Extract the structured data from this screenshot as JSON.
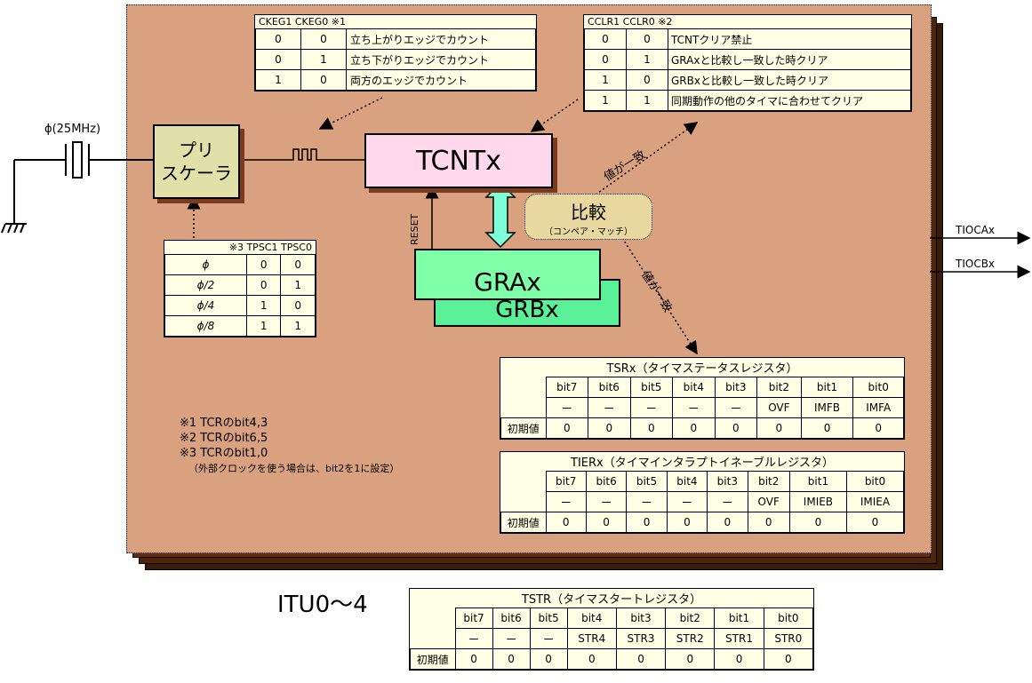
{
  "colors": {
    "panel": "#d9a180",
    "stack": "#5a2a0e",
    "prescaler": "#e0e0a8",
    "tcnt": "#ffd8ec",
    "gr": "#7fffa8",
    "compare": "#e8d8a0",
    "table_bg": "#ffffe6"
  },
  "clock_label": "ϕ(25MHz)",
  "prescaler_label": "プリ\nスケーラ",
  "tcnt_label": "TCNTx",
  "gra_label": "GRAx",
  "grb_label": "GRBx",
  "reset_label": "RESET",
  "compare": {
    "title": "比較",
    "sub": "（コンペア・マッチ）"
  },
  "match_label_1": "値が一致",
  "match_label_2": "値が一致",
  "outputs": [
    "TIOCAx",
    "TIOCBx"
  ],
  "itu_label": "ITU0～4",
  "notes": [
    "※1 TCRのbit4,3",
    "※2 TCRのbit6,5",
    "※3 TCRのbit1,0",
    "（外部クロックを使う場合は、bit2を1に設定）"
  ],
  "ckeg": {
    "header": "CKEG1 CKEG0 ※1",
    "rows": [
      [
        "0",
        "0",
        "立ち上がりエッジでカウント"
      ],
      [
        "0",
        "1",
        "立ち下がりエッジでカウント"
      ],
      [
        "1",
        "0",
        "両方のエッジでカウント"
      ]
    ]
  },
  "cclr": {
    "header": "CCLR1 CCLR0 ※2",
    "rows": [
      [
        "0",
        "0",
        "TCNTクリア禁止"
      ],
      [
        "0",
        "1",
        "GRAxと比較し一致した時クリア"
      ],
      [
        "1",
        "0",
        "GRBxと比較し一致した時クリア"
      ],
      [
        "1",
        "1",
        "同期動作の他のタイマに合わせてクリア"
      ]
    ]
  },
  "tpsc": {
    "header": "※3 TPSC1 TPSC0",
    "rows": [
      [
        "ϕ",
        "0",
        "0"
      ],
      [
        "ϕ/2",
        "0",
        "1"
      ],
      [
        "ϕ/4",
        "1",
        "0"
      ],
      [
        "ϕ/8",
        "1",
        "1"
      ]
    ]
  },
  "tsr": {
    "title": "TSRx（タイマステータスレジスタ）",
    "bits": [
      "bit7",
      "bit6",
      "bit5",
      "bit4",
      "bit3",
      "bit2",
      "bit1",
      "bit0"
    ],
    "names": [
      "ー",
      "ー",
      "ー",
      "ー",
      "ー",
      "OVF",
      "IMFB",
      "IMFA"
    ],
    "init_label": "初期値",
    "init": [
      "0",
      "0",
      "0",
      "0",
      "0",
      "0",
      "0",
      "0"
    ]
  },
  "tier": {
    "title": "TIERx（タイマインタラプトイネーブルレジスタ）",
    "bits": [
      "bit7",
      "bit6",
      "bit5",
      "bit4",
      "bit3",
      "bit2",
      "bit1",
      "bit0"
    ],
    "names": [
      "ー",
      "ー",
      "ー",
      "ー",
      "ー",
      "OVF",
      "IMIEB",
      "IMIEA"
    ],
    "init_label": "初期値",
    "init": [
      "0",
      "0",
      "0",
      "0",
      "0",
      "0",
      "0",
      "0"
    ]
  },
  "tstr": {
    "title": "TSTR（タイマスタートレジスタ）",
    "bits": [
      "bit7",
      "bit6",
      "bit5",
      "bit4",
      "bit3",
      "bit2",
      "bit1",
      "bit0"
    ],
    "names": [
      "ー",
      "ー",
      "ー",
      "STR4",
      "STR3",
      "STR2",
      "STR1",
      "STR0"
    ],
    "init_label": "初期値",
    "init": [
      "0",
      "0",
      "0",
      "0",
      "0",
      "0",
      "0",
      "0"
    ]
  }
}
